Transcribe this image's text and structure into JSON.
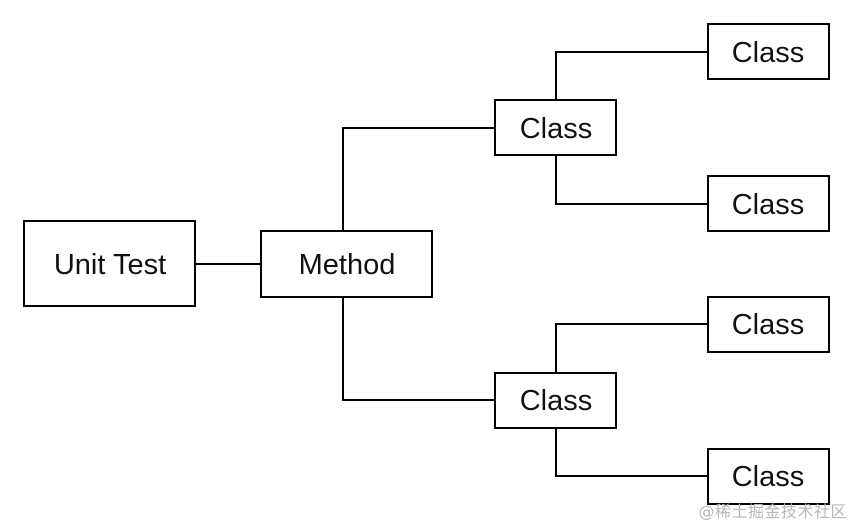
{
  "diagram": {
    "nodes": {
      "unit_test": "Unit Test",
      "method": "Method",
      "class_upper": "Class",
      "class_upper_top": "Class",
      "class_upper_bottom": "Class",
      "class_lower": "Class",
      "class_lower_top": "Class",
      "class_lower_bottom": "Class"
    }
  },
  "watermark": "@稀土掘金技术社区"
}
